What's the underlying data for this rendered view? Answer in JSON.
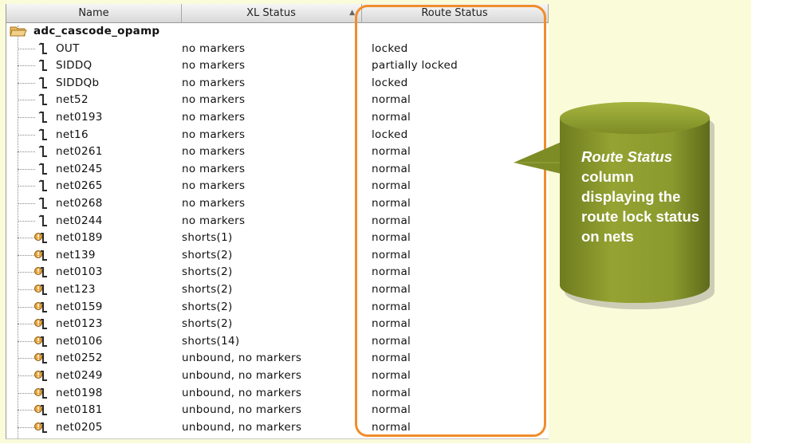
{
  "tree": {
    "columns": [
      {
        "label": "Name"
      },
      {
        "label": "XL Status"
      },
      {
        "label": "Route Status"
      }
    ],
    "root": {
      "name": "adc_cascode_opamp",
      "icon": "folder-open-icon"
    },
    "rows": [
      {
        "name": "OUT",
        "xl_status": "no markers",
        "route_status": "locked",
        "icon": "net-icon"
      },
      {
        "name": "SIDDQ",
        "xl_status": "no markers",
        "route_status": "partially locked",
        "icon": "net-icon"
      },
      {
        "name": "SIDDQb",
        "xl_status": "no markers",
        "route_status": "locked",
        "icon": "net-icon"
      },
      {
        "name": "net52",
        "xl_status": "no markers",
        "route_status": "normal",
        "icon": "net-icon"
      },
      {
        "name": "net0193",
        "xl_status": "no markers",
        "route_status": "normal",
        "icon": "net-icon"
      },
      {
        "name": "net16",
        "xl_status": "no markers",
        "route_status": "locked",
        "icon": "net-icon"
      },
      {
        "name": "net0261",
        "xl_status": "no markers",
        "route_status": "normal",
        "icon": "net-icon"
      },
      {
        "name": "net0245",
        "xl_status": "no markers",
        "route_status": "normal",
        "icon": "net-icon"
      },
      {
        "name": "net0265",
        "xl_status": "no markers",
        "route_status": "normal",
        "icon": "net-icon"
      },
      {
        "name": "net0268",
        "xl_status": "no markers",
        "route_status": "normal",
        "icon": "net-icon"
      },
      {
        "name": "net0244",
        "xl_status": "no markers",
        "route_status": "normal",
        "icon": "net-icon"
      },
      {
        "name": "net0189",
        "xl_status": "shorts(1)",
        "route_status": "normal",
        "icon": "net-marker-icon"
      },
      {
        "name": "net139",
        "xl_status": "shorts(2)",
        "route_status": "normal",
        "icon": "net-marker-icon"
      },
      {
        "name": "net0103",
        "xl_status": "shorts(2)",
        "route_status": "normal",
        "icon": "net-marker-icon"
      },
      {
        "name": "net123",
        "xl_status": "shorts(2)",
        "route_status": "normal",
        "icon": "net-marker-icon"
      },
      {
        "name": "net0159",
        "xl_status": "shorts(2)",
        "route_status": "normal",
        "icon": "net-marker-icon"
      },
      {
        "name": "net0123",
        "xl_status": "shorts(2)",
        "route_status": "normal",
        "icon": "net-marker-icon"
      },
      {
        "name": "net0106",
        "xl_status": "shorts(14)",
        "route_status": "normal",
        "icon": "net-marker-icon"
      },
      {
        "name": "net0252",
        "xl_status": "unbound, no markers",
        "route_status": "normal",
        "icon": "net-marker-icon"
      },
      {
        "name": "net0249",
        "xl_status": "unbound, no markers",
        "route_status": "normal",
        "icon": "net-marker-icon"
      },
      {
        "name": "net0198",
        "xl_status": "unbound, no markers",
        "route_status": "normal",
        "icon": "net-marker-icon"
      },
      {
        "name": "net0181",
        "xl_status": "unbound, no markers",
        "route_status": "normal",
        "icon": "net-marker-icon"
      },
      {
        "name": "net0205",
        "xl_status": "unbound, no markers",
        "route_status": "normal",
        "icon": "net-marker-icon"
      }
    ]
  },
  "callout": {
    "emphasis": "Route Status",
    "text": "column displaying the route lock status on nets",
    "fill_color": "#8a9a2e",
    "highlight_color": "#f08d2a"
  }
}
